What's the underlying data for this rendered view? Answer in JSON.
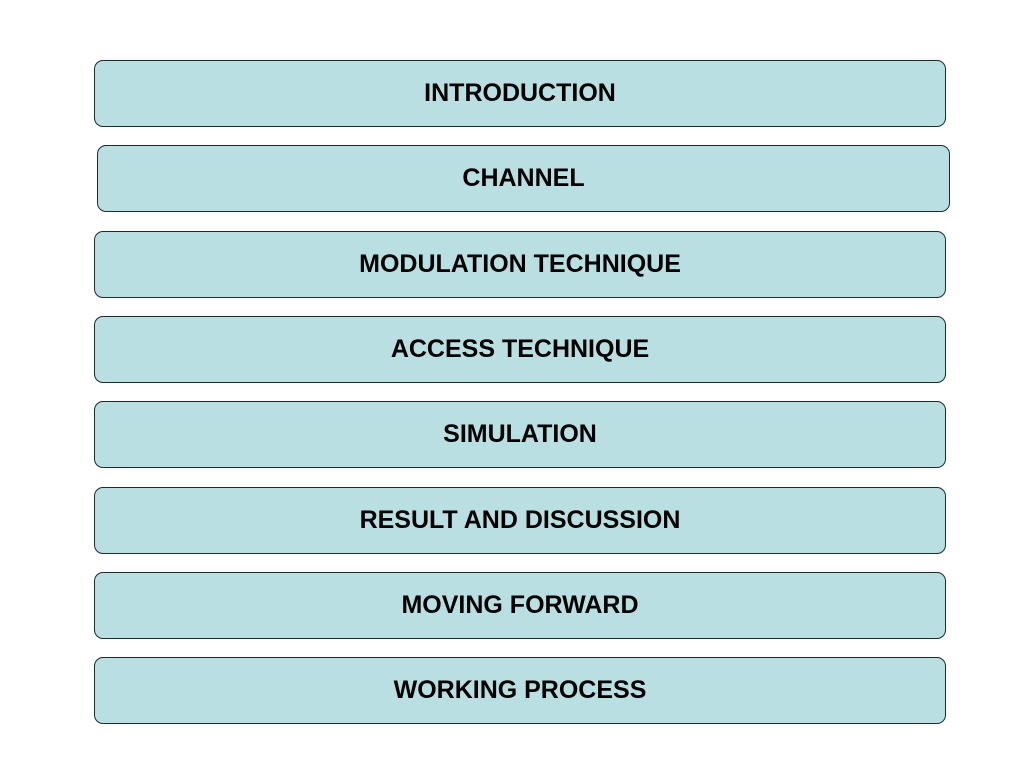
{
  "outline": {
    "items": [
      {
        "label": "INTRODUCTION"
      },
      {
        "label": "CHANNEL"
      },
      {
        "label": "MODULATION TECHNIQUE"
      },
      {
        "label": "ACCESS TECHNIQUE"
      },
      {
        "label": "SIMULATION"
      },
      {
        "label": "RESULT AND DISCUSSION"
      },
      {
        "label": "MOVING FORWARD"
      },
      {
        "label": "WORKING PROCESS"
      }
    ]
  },
  "colors": {
    "box_fill": "#b9dfe2",
    "box_border": "#1f2b2e",
    "text": "#000000",
    "background": "#ffffff"
  }
}
